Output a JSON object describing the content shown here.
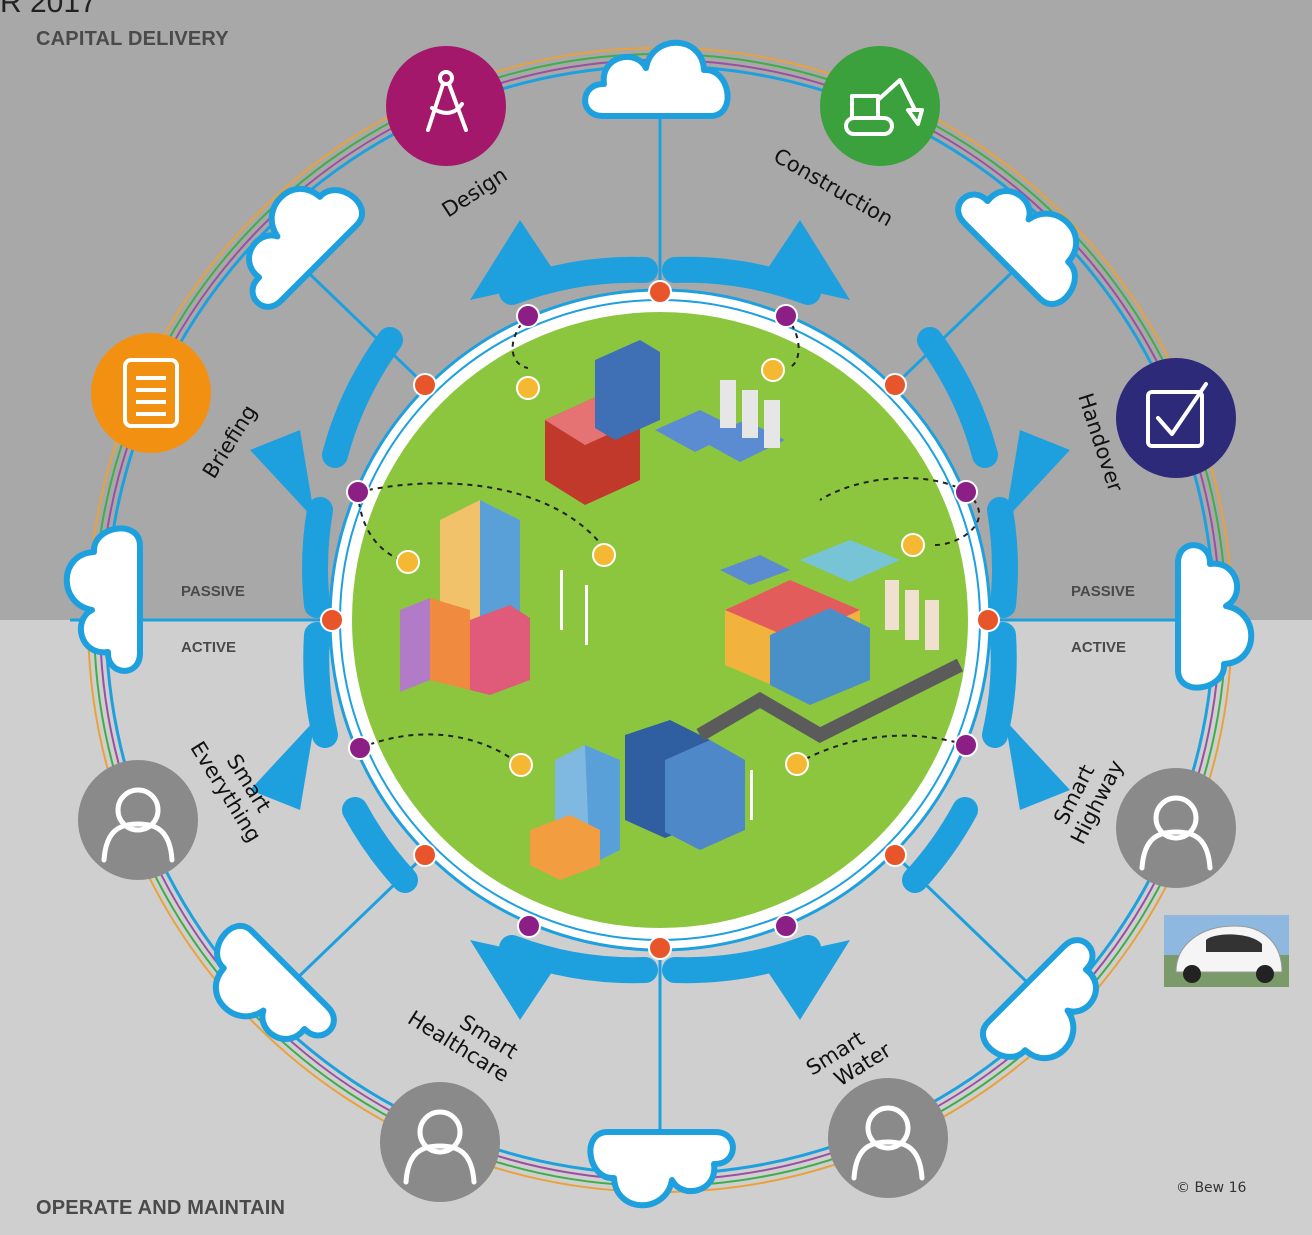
{
  "header_fragment": "R 2017",
  "sections": {
    "top": "CAPITAL DELIVERY",
    "bottom": "OPERATE AND MAINTAIN"
  },
  "stages": [
    {
      "label": "Design",
      "icon": "compass-icon",
      "color": "#a3186b"
    },
    {
      "label": "Construction",
      "icon": "excavator-icon",
      "color": "#3aa13d"
    },
    {
      "label": "Briefing",
      "icon": "document-icon",
      "color": "#f29111"
    },
    {
      "label": "Handover",
      "icon": "checkbox-icon",
      "color": "#2d2a7a"
    },
    {
      "label": "Smart Everything",
      "icon": "user-icon",
      "color": "#8a8a8a"
    },
    {
      "label": "Smart Highway",
      "icon": "user-icon",
      "color": "#8a8a8a"
    },
    {
      "label": "Smart Healthcare",
      "icon": "user-icon",
      "color": "#8a8a8a"
    },
    {
      "label": "Smart Water",
      "icon": "user-icon",
      "color": "#8a8a8a"
    }
  ],
  "side_labels": {
    "left_passive": "PASSIVE",
    "left_active": "ACTIVE",
    "right_passive": "PASSIVE",
    "right_active": "ACTIVE"
  },
  "copyright": "© Bew 16",
  "colors": {
    "top_background": "#a9a8a8",
    "bottom_background": "#cfcfcf",
    "hub_green": "#8cc63f",
    "ring_blue": "#1ea0df",
    "node_orange": "#e8552b",
    "node_purple": "#8b1f86"
  }
}
